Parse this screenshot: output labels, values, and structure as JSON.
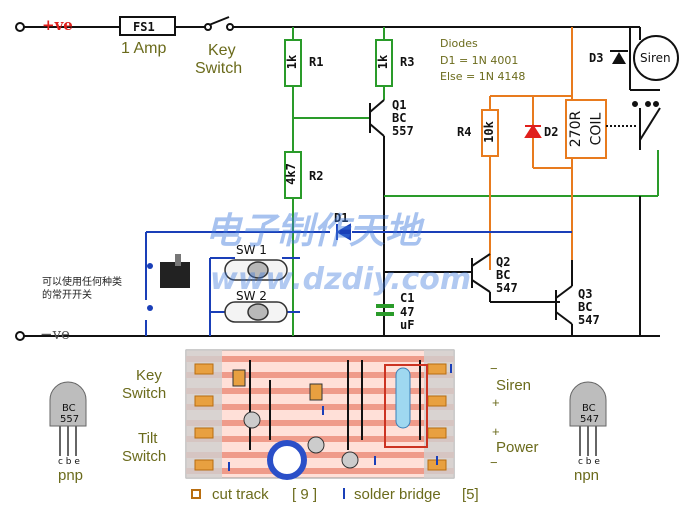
{
  "power": {
    "positive": "+ve",
    "negative": "−ve"
  },
  "fuse": {
    "ref": "FS1",
    "rating": "1 Amp"
  },
  "key_switch": {
    "line1": "Key",
    "line2": "Switch"
  },
  "resistors": {
    "r1": {
      "ref": "R1",
      "value": "1k"
    },
    "r2": {
      "ref": "R2",
      "value": "4k7"
    },
    "r3": {
      "ref": "R3",
      "value": "1k"
    },
    "r4": {
      "ref": "R4",
      "value": "10k"
    }
  },
  "transistors": {
    "q1": {
      "ref": "Q1",
      "type": "BC",
      "num": "557"
    },
    "q2": {
      "ref": "Q2",
      "type": "BC",
      "num": "547"
    },
    "q3": {
      "ref": "Q3",
      "type": "BC",
      "num": "547"
    }
  },
  "diodes_note": {
    "title": "Diodes",
    "d1": "D1 = 1N 4001",
    "else": "Else = 1N 4148"
  },
  "d1": "D1",
  "d2": "D2",
  "d3": "D3",
  "relay_coil": {
    "value": "270R",
    "name": "COIL"
  },
  "siren": "Siren",
  "switches": {
    "sw1": "SW 1",
    "sw2": "SW 2"
  },
  "capacitor": {
    "ref": "C1",
    "value": "47",
    "unit": "uF"
  },
  "chinese_note": {
    "line1": "可以使用任何种类",
    "line2": "的常开开关"
  },
  "watermark": {
    "cn": "电子制作天地",
    "url": "www.dzdiy.com"
  },
  "board_left": {
    "key1": "Key",
    "key2": "Switch",
    "tilt1": "Tilt",
    "tilt2": "Switch"
  },
  "board_right": {
    "siren": "Siren",
    "power": "Power",
    "minus": "−",
    "plus": "+"
  },
  "pnp": {
    "label": "BC",
    "num": "557",
    "pins": "c b e",
    "type": "pnp"
  },
  "npn": {
    "label": "BC",
    "num": "547",
    "pins": "c b e",
    "type": "npn"
  },
  "legend": {
    "cut_track": "cut track",
    "cut_count": "[ 9 ]",
    "solder_bridge": "solder bridge",
    "bridge_count": "[5]"
  }
}
